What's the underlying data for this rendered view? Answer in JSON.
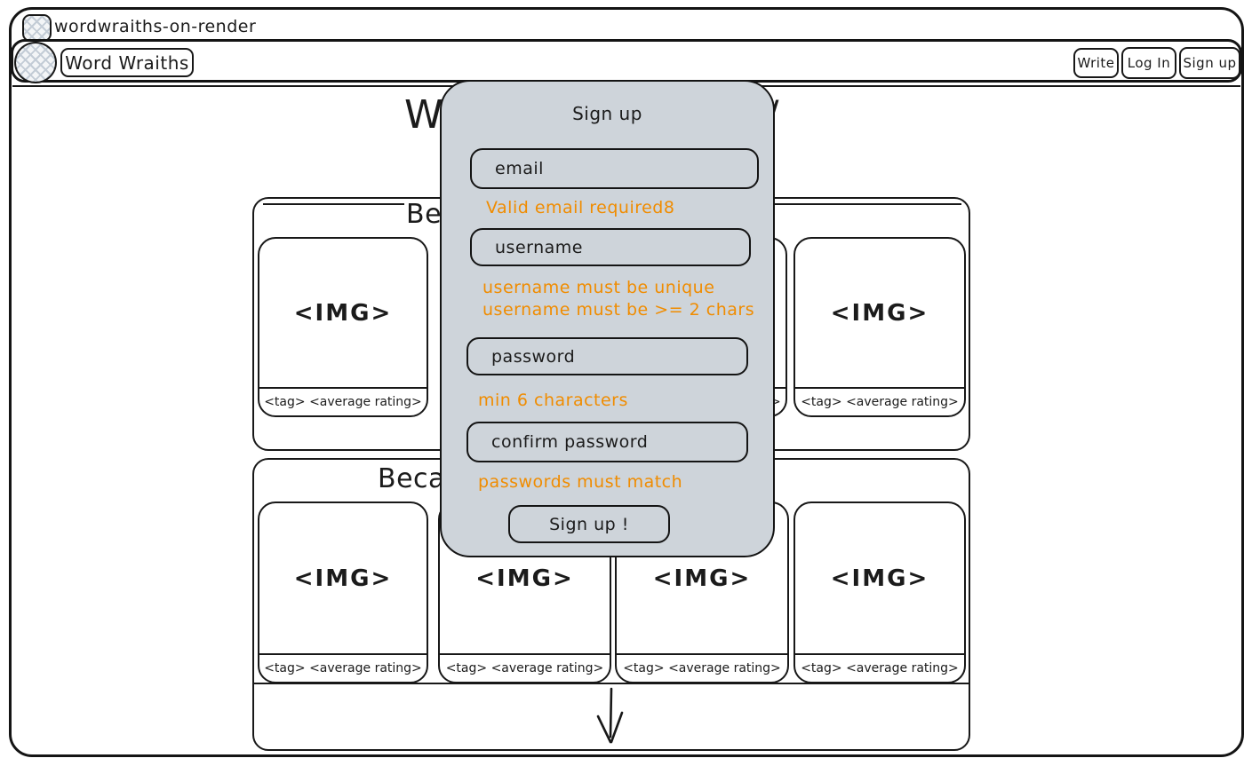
{
  "browser": {
    "tab_title": "wordwraiths-on-render",
    "favicon_icon": "hatched-square"
  },
  "navbar": {
    "logo_icon": "hatched-circle",
    "brand": "Word Wraiths",
    "actions": [
      {
        "label": "Write"
      },
      {
        "label": "Log In"
      },
      {
        "label": "Sign up"
      }
    ]
  },
  "page": {
    "heading_fragment_left": "W",
    "heading_fragment_right": "/",
    "card_image_placeholder": "<IMG>",
    "card_meta_placeholder": "<tag> <average rating>",
    "sections": [
      {
        "title_fragment": "Be",
        "card_count": 4
      },
      {
        "title_fragment": "Beca",
        "card_count": 4
      }
    ],
    "scroll_icon": "down-arrow"
  },
  "signup_modal": {
    "title": "Sign up",
    "fields": [
      {
        "placeholder": "email",
        "validation": [
          "Valid email required8"
        ]
      },
      {
        "placeholder": "username",
        "validation": [
          "username must be unique",
          "username must be >= 2 chars"
        ]
      },
      {
        "placeholder": "password",
        "validation": [
          "min 6 characters"
        ]
      },
      {
        "placeholder": "confirm password",
        "validation": [
          "passwords must match"
        ]
      }
    ],
    "submit_label": "Sign up !"
  },
  "colors": {
    "stroke": "#181818",
    "modal_bg": "#ced4da",
    "validation_orange": "#f08c00",
    "canvas": "#ffffff"
  }
}
